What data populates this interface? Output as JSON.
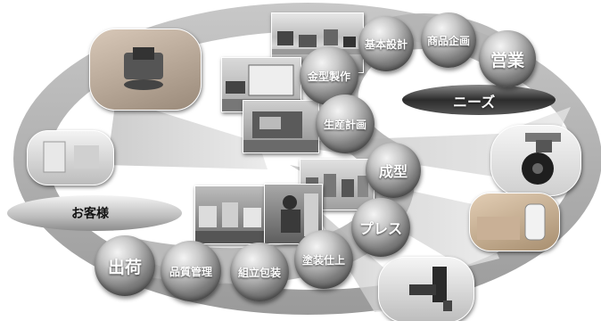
{
  "nodes": {
    "kihon_sekkei": "基本設計",
    "shohin_kikaku": "商品企画",
    "eigyo": "営業",
    "kanagata_seisaku": "金型製作",
    "seisan_keikaku": "生産計画",
    "seikei": "成型",
    "press": "プレス",
    "toso_shiage": "塗装仕上",
    "kumitate_hoso": "組立包装",
    "hinshitsu_kanri": "品質管理",
    "shukka": "出荷"
  },
  "labels": {
    "needs": "ニーズ",
    "customer": "お客様"
  },
  "icons": {
    "photos": [
      "office-photo",
      "plotter-photo",
      "machine-photo",
      "factory-photo",
      "warehouse-photo",
      "worker-photo"
    ],
    "products": [
      "clip-product-photo",
      "hook-product-photo",
      "caster-product-photo",
      "panel-product-photo",
      "knob-product-photo"
    ]
  }
}
